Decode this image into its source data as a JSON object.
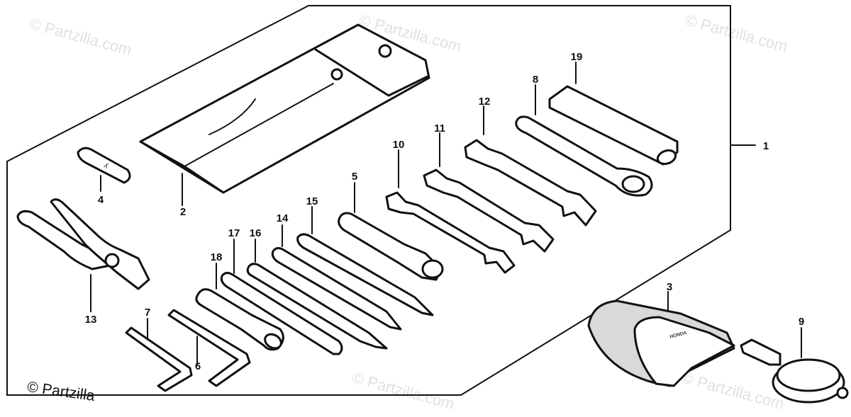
{
  "watermark_text": "© Partzilla.com",
  "copyright_text": "© Partzilla",
  "callouts": {
    "1": "1",
    "2": "2",
    "3": "3",
    "4": "4",
    "5": "5",
    "6": "6",
    "7": "7",
    "8": "8",
    "9": "9",
    "10": "10",
    "11": "11",
    "12": "12",
    "13": "13",
    "14": "14",
    "15": "15",
    "16": "16",
    "17": "17",
    "18": "18",
    "19": "19"
  }
}
